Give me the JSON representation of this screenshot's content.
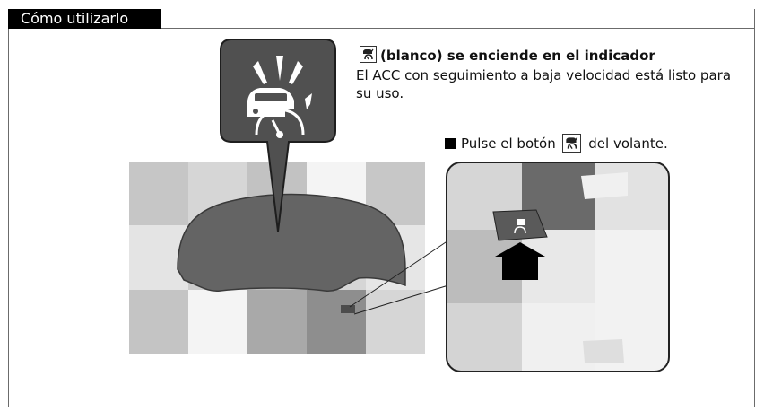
{
  "section": {
    "title": "Cómo utilizarlo"
  },
  "indicator": {
    "heading": "(blanco) se enciende en el indicador",
    "description": "El ACC con seguimiento a baja velocidad está listo para su uso.",
    "icon": "acc-low-speed-follow-icon",
    "icon_color": "#ffffff",
    "panel_color": "#4f4f4f"
  },
  "step": {
    "prefix": "Pulse el botón",
    "suffix": "del volante.",
    "bullet": "black-square"
  }
}
